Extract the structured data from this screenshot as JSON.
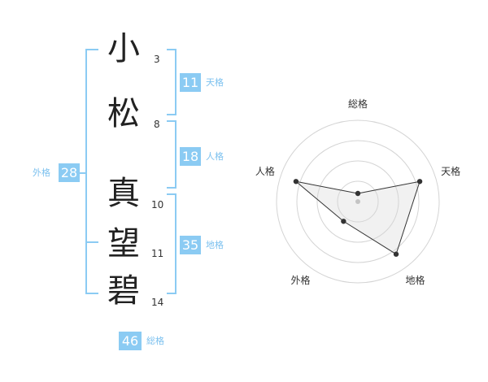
{
  "characters": [
    {
      "char": "小",
      "strokes": "3"
    },
    {
      "char": "松",
      "strokes": "8"
    },
    {
      "char": "真",
      "strokes": "10"
    },
    {
      "char": "望",
      "strokes": "11"
    },
    {
      "char": "碧",
      "strokes": "14"
    }
  ],
  "grades": {
    "tenkaku": {
      "value": "11",
      "label": "天格"
    },
    "jinkaku": {
      "value": "18",
      "label": "人格"
    },
    "chikaku": {
      "value": "35",
      "label": "地格"
    },
    "gaikaku": {
      "value": "28",
      "label": "外格"
    },
    "soukaku": {
      "value": "46",
      "label": "総格"
    }
  },
  "colors": {
    "accent": "#8bcbf3",
    "label": "#7cc1ef"
  },
  "chart_data": {
    "type": "radar",
    "axes": [
      "総格",
      "天格",
      "地格",
      "外格",
      "人格"
    ],
    "values": [
      0.1,
      0.8,
      0.8,
      0.3,
      0.8
    ],
    "range": [
      0,
      1
    ],
    "rings": 4
  }
}
